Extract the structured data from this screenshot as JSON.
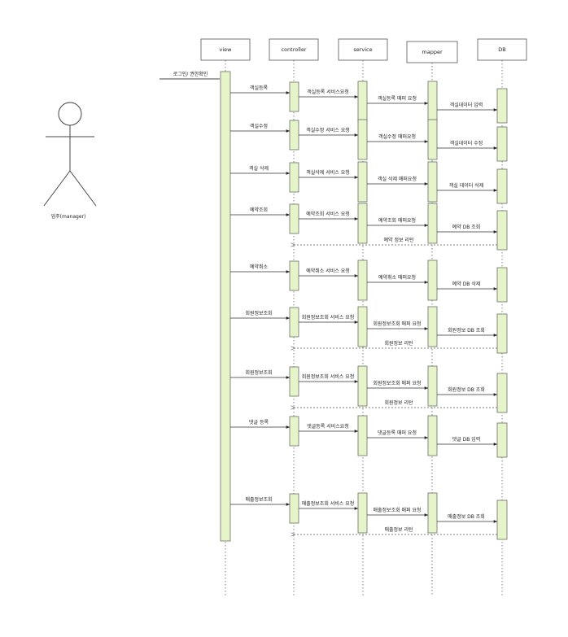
{
  "actor": {
    "label": "업주(manager)"
  },
  "participants": [
    "view",
    "controller",
    "service",
    "mapper",
    "DB"
  ],
  "login_label": "로그인/ 권한확인",
  "colors": {
    "activation_fill": "#e6f5c9",
    "activation_stroke": "#6b6b6b",
    "line": "#555555"
  },
  "groups": [
    {
      "name": "객실등록",
      "messages": [
        "객실등록",
        "객실등록 서비스요청",
        "객실등록 매퍼 요청",
        "객실데이터 입력"
      ],
      "return": ""
    },
    {
      "name": "객실수정",
      "messages": [
        "객실수정",
        "객실수정 서비스 요청",
        "객실수정 매퍼요청",
        "객실데이터 수정"
      ],
      "return": ""
    },
    {
      "name": "객실 삭제",
      "messages": [
        "객실 삭제",
        "객실삭제 서비스 요청",
        "객실 삭제 매퍼요청",
        "객실 데이터 삭제"
      ],
      "return": ""
    },
    {
      "name": "예약조회",
      "messages": [
        "예약조회",
        "예약조회 서비스 요청",
        "예약조회 매퍼요청",
        "예약 DB 조회"
      ],
      "return": "예약 정보 리턴"
    },
    {
      "name": "예약취소",
      "messages": [
        "예약취소",
        "예약취소 서비스 요청",
        "예약취소 매퍼요청",
        "예약 DB 삭제"
      ],
      "return": ""
    },
    {
      "name": "회원정보조회",
      "messages": [
        "회원정보조회",
        "회원정보조회 서비스 요청",
        "회원정보조회 매퍼 요청",
        "회원정보 DB 조회"
      ],
      "return": "회원정보 리턴"
    },
    {
      "name": "회원정보조회",
      "messages": [
        "회원정보조회",
        "회원정보조회 서비스 요청",
        "회원정보조회 매퍼 요청",
        "회원정보 DB 조회"
      ],
      "return": "회원정보 리턴"
    },
    {
      "name": "댓글 등록",
      "messages": [
        "댓글 등록",
        "댓글등록 서비스요청",
        "댓글등록 매퍼 요청",
        "댓글 DB 입력"
      ],
      "return": ""
    },
    {
      "name": "매출정보조회",
      "messages": [
        "매출정보조회",
        "매출정보조회 서비스 요청",
        "매출정보조회 매퍼 요청",
        "매출정보 DB 조회"
      ],
      "return": "매출정보 리턴"
    }
  ]
}
